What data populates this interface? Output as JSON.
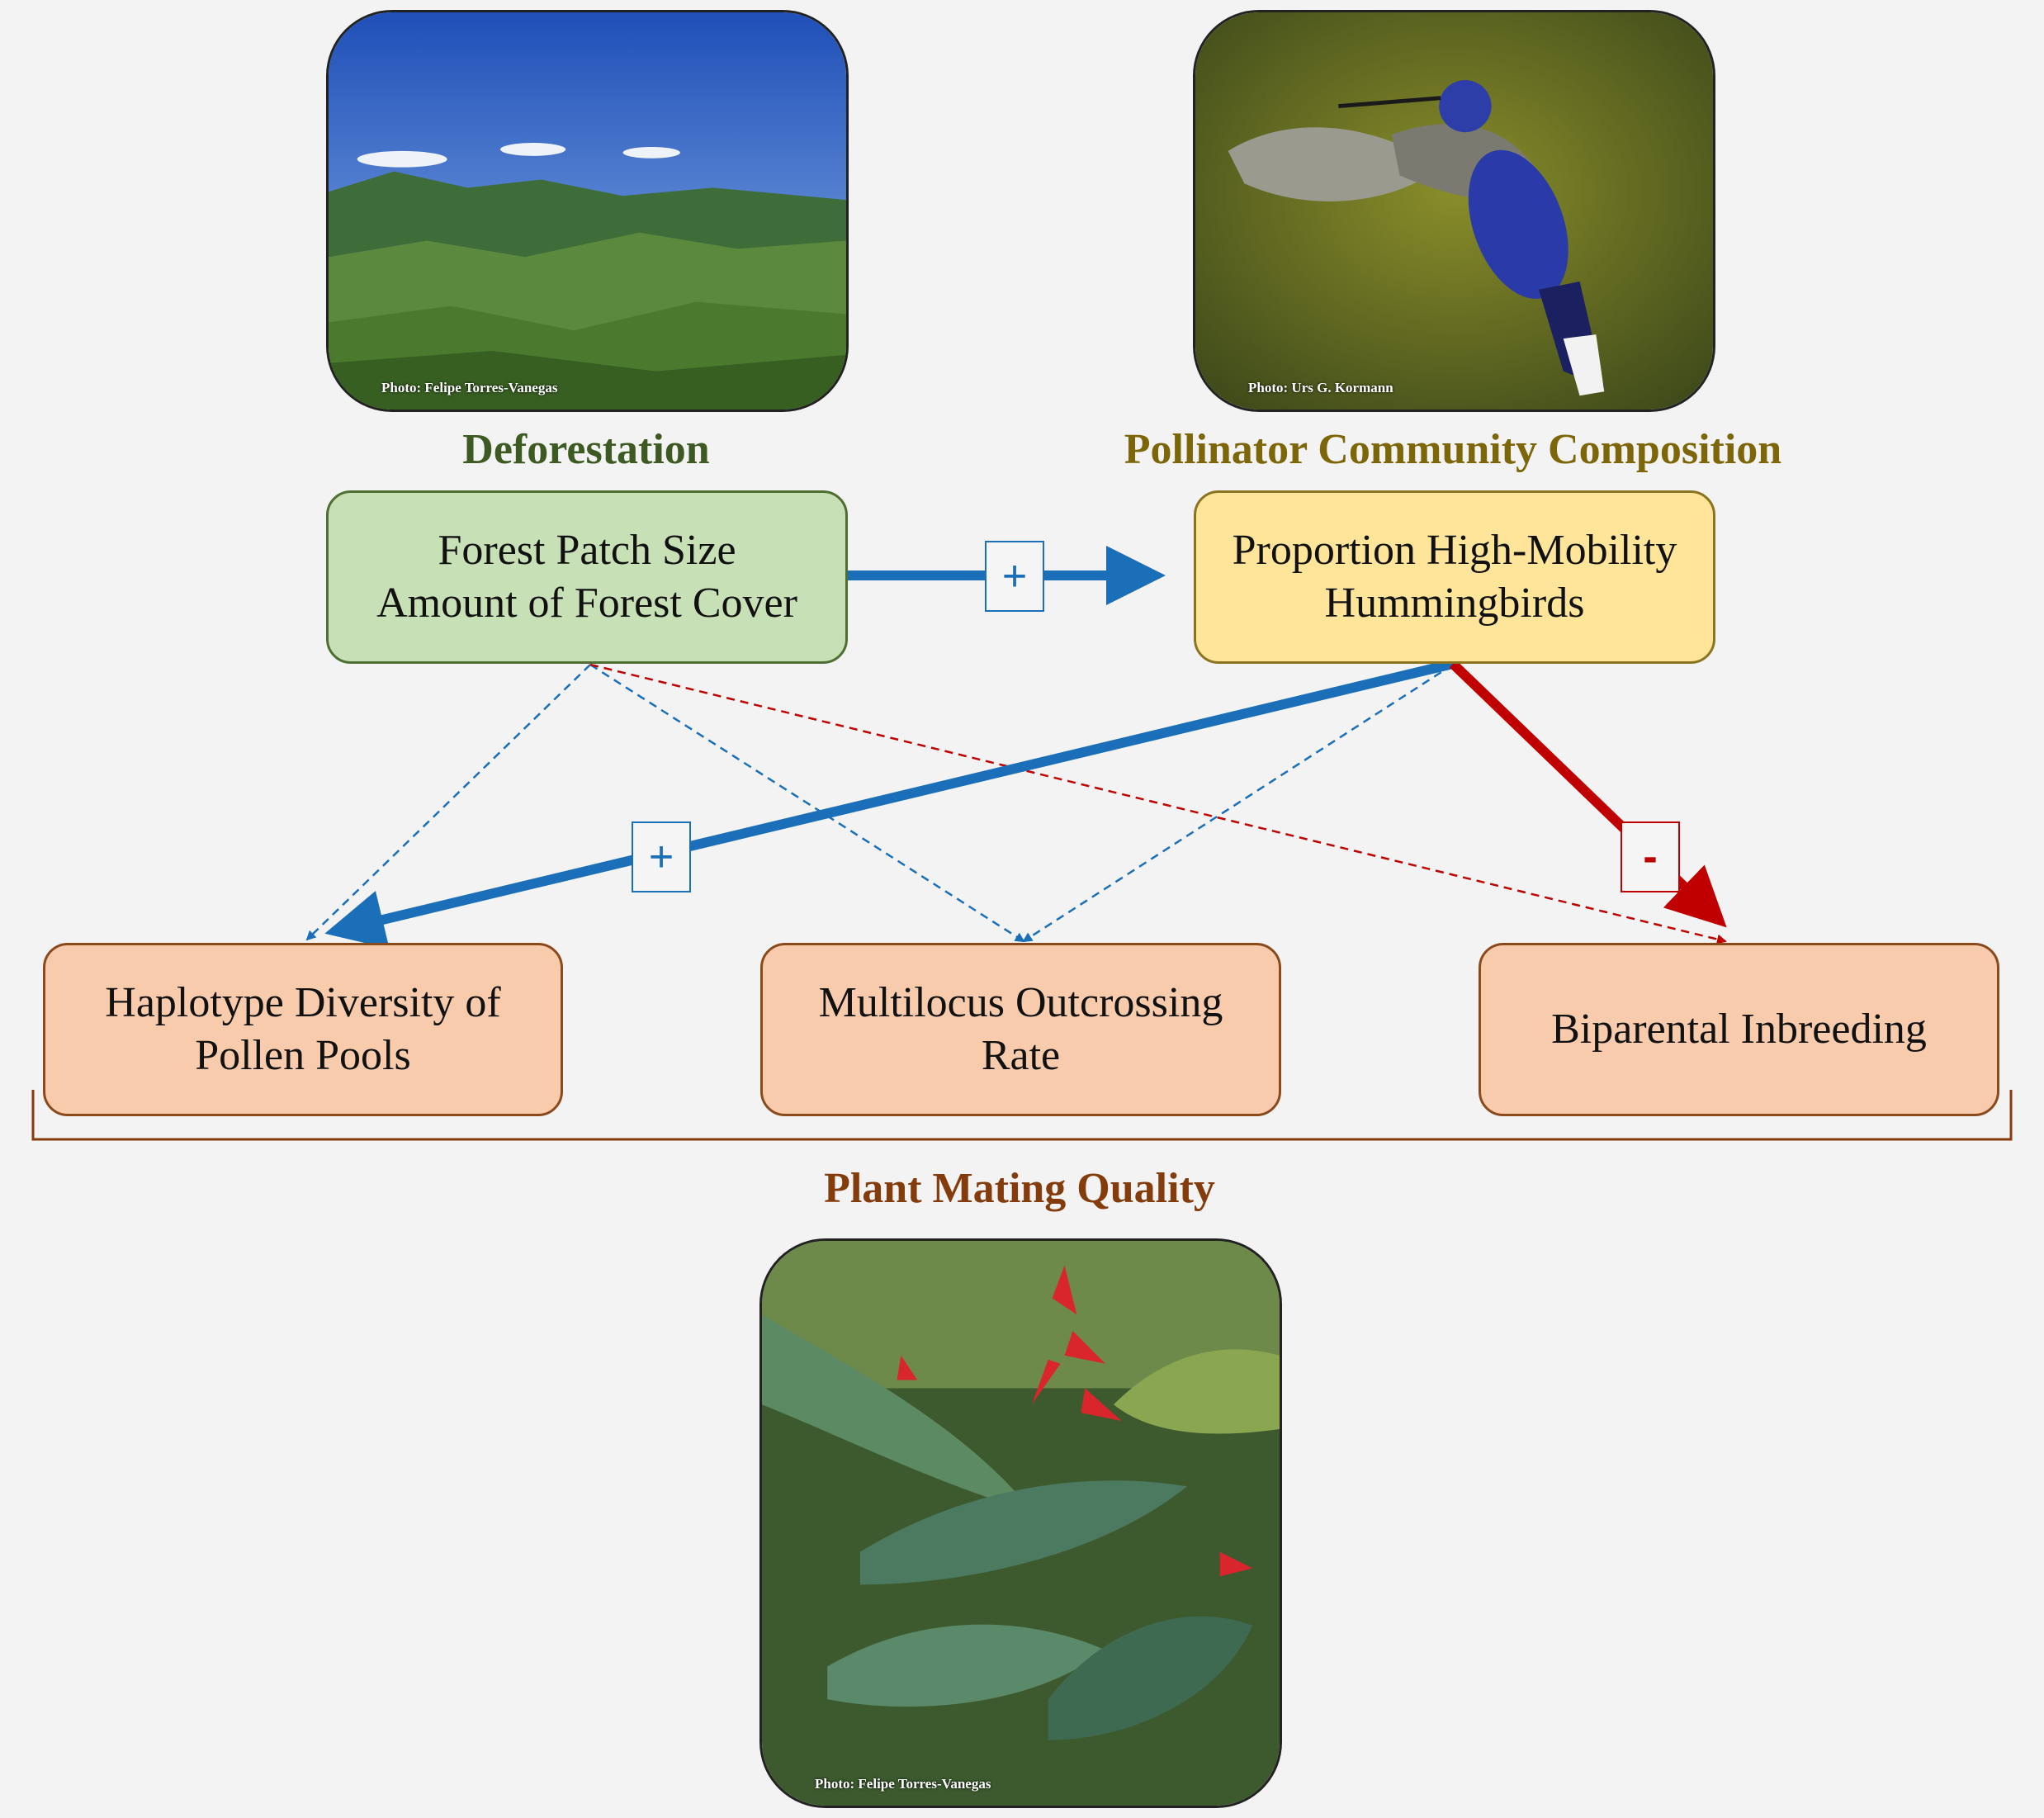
{
  "photos": {
    "deforestation_credit": "Photo: Felipe Torres-Vanegas",
    "hummingbird_credit": "Photo: Urs G. Kormann",
    "heliconia_credit": "Photo: Felipe Torres-Vanegas"
  },
  "headings": {
    "deforestation": "Deforestation",
    "pollinator": "Pollinator Community Composition",
    "plant_mating": "Plant Mating Quality"
  },
  "nodes": {
    "forest": {
      "line1": "Forest Patch Size",
      "line2": "Amount of Forest Cover"
    },
    "hummingbirds": {
      "line1": "Proportion High-Mobility",
      "line2": "Hummingbirds"
    },
    "haplotype": {
      "line1": "Haplotype Diversity of",
      "line2": "Pollen Pools"
    },
    "outcrossing": {
      "line1": "Multilocus Outcrossing",
      "line2": "Rate"
    },
    "inbreeding": {
      "line1": "Biparental Inbreeding"
    }
  },
  "signs": {
    "forest_to_hummingbirds": "+",
    "hummingbirds_to_haplotype": "+",
    "hummingbirds_to_inbreeding": "-"
  },
  "colors": {
    "positive": "#1a6fb8",
    "negative": "#c00000",
    "deforestation_heading": "#3d5a23",
    "pollinator_heading": "#7d6608",
    "plant_heading": "#843c0c"
  }
}
